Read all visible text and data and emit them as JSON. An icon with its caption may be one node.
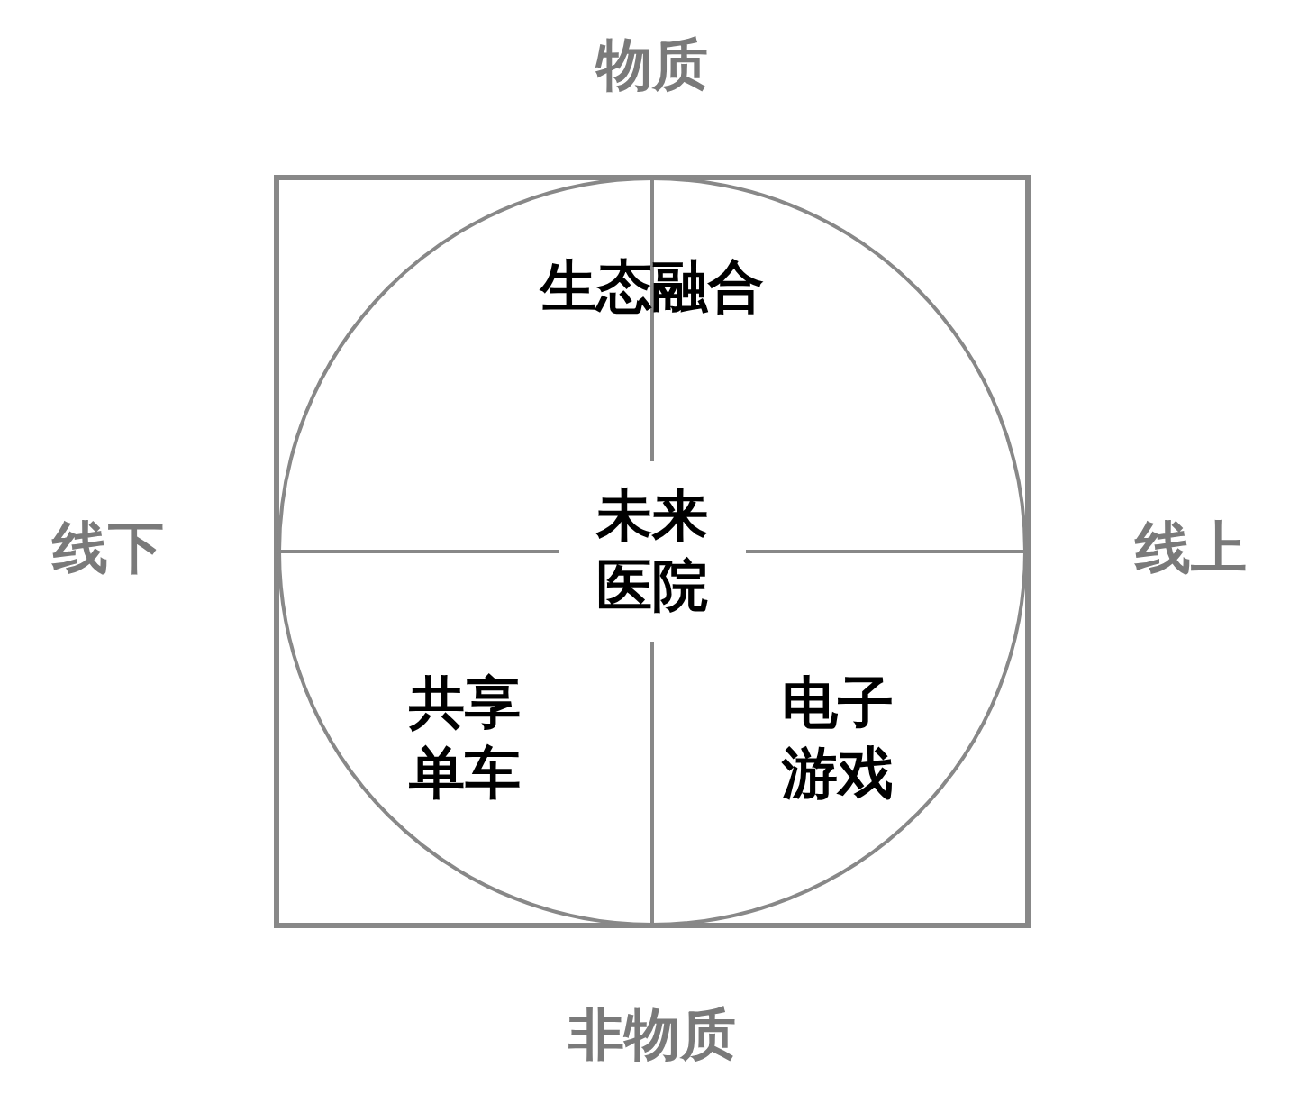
{
  "diagram": {
    "nodes": [
      {
        "text": [],
        "shape": "box"
      },
      {
        "text": [],
        "shape": "circle",
        "in": 0
      }
    ],
    "labels": [
      "物质",
      "线下",
      "线上",
      "生态融合",
      "未来医院",
      "共享单车",
      "电子游戏",
      "非物质"
    ]
  }
}
